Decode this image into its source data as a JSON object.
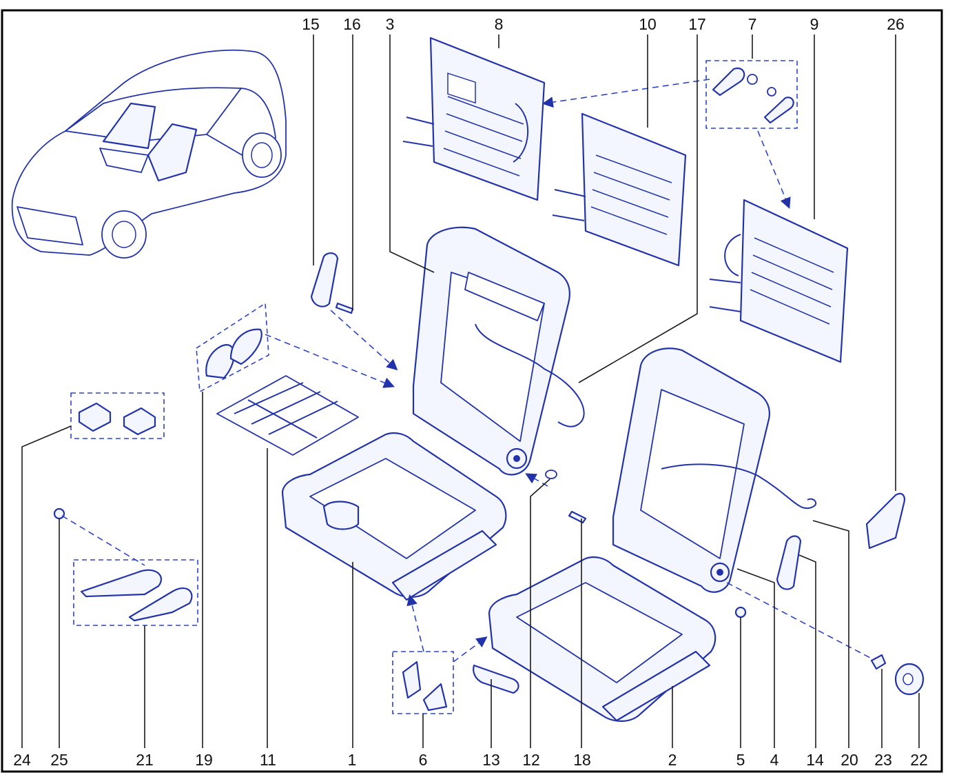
{
  "diagram": {
    "accent_color": "#2233aa",
    "callouts": {
      "top": [
        "15",
        "16",
        "3",
        "8",
        "10",
        "17",
        "7",
        "9",
        "26"
      ],
      "bottom": [
        "24",
        "25",
        "21",
        "19",
        "11",
        "1",
        "6",
        "13",
        "12",
        "18",
        "2",
        "5",
        "4",
        "14",
        "20",
        "23",
        "22"
      ]
    }
  }
}
